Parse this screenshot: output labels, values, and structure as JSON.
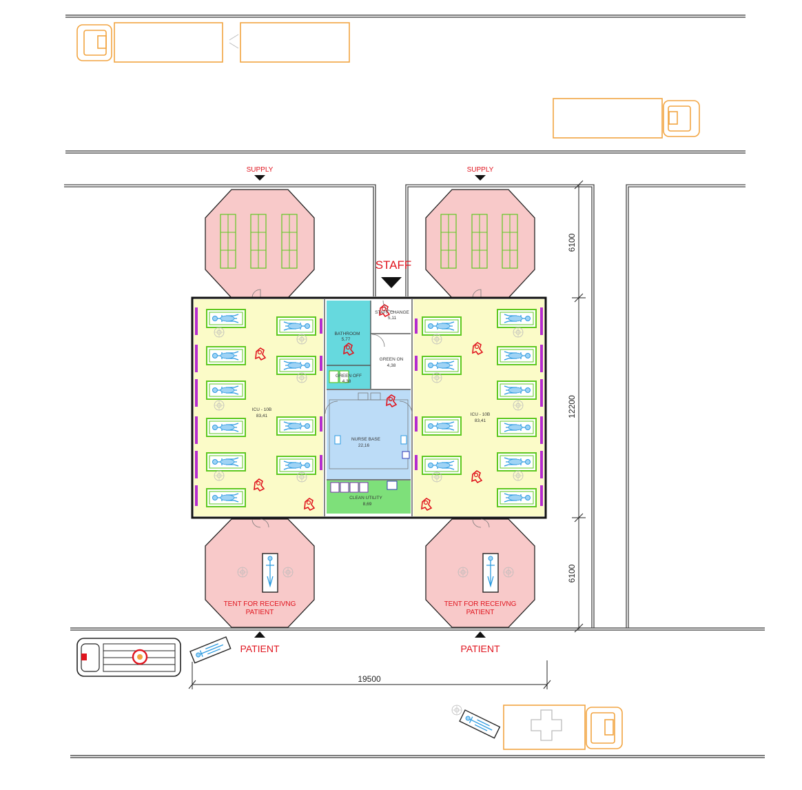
{
  "labels": {
    "supply": "SUPPLY",
    "staff": "STAFF",
    "patient": "PATIENT",
    "tent_receiving_line1": "TENT FOR RECEIVNG",
    "tent_receiving_line2": "PATIENT"
  },
  "rooms": {
    "icu_left": {
      "name": "ICU - 10B",
      "area": "83,41"
    },
    "icu_right": {
      "name": "ICU - 10B",
      "area": "83,41"
    },
    "bathroom": {
      "name": "BATHROOM",
      "area": "5,77"
    },
    "staff_change": {
      "name": "STAFF CHANGE",
      "area": "5,11"
    },
    "green_off": {
      "name": "GREEN OFF",
      "area": "4,38"
    },
    "green_on": {
      "name": "GREEN ON",
      "area": "4,38"
    },
    "nurse_base": {
      "name": "NURSE BASE",
      "area": "22,16"
    },
    "clean_utility": {
      "name": "CLEAN UTILITY",
      "area": "8,69"
    }
  },
  "dimensions": {
    "top": "6100",
    "middle": "12200",
    "bottom": "6100",
    "width": "19500"
  },
  "colors": {
    "tent": "#f8c9c9",
    "icu": "#fbfbc8",
    "wet_area": "#66d9de",
    "nurse_base": "#bcdcf7",
    "clean_utility": "#7ee07a",
    "vehicle": "#f2a440",
    "label_red": "#e0141e",
    "bed": "#2a9ae0",
    "bed_frame": "#5ec820",
    "device": "#b52ccf"
  }
}
